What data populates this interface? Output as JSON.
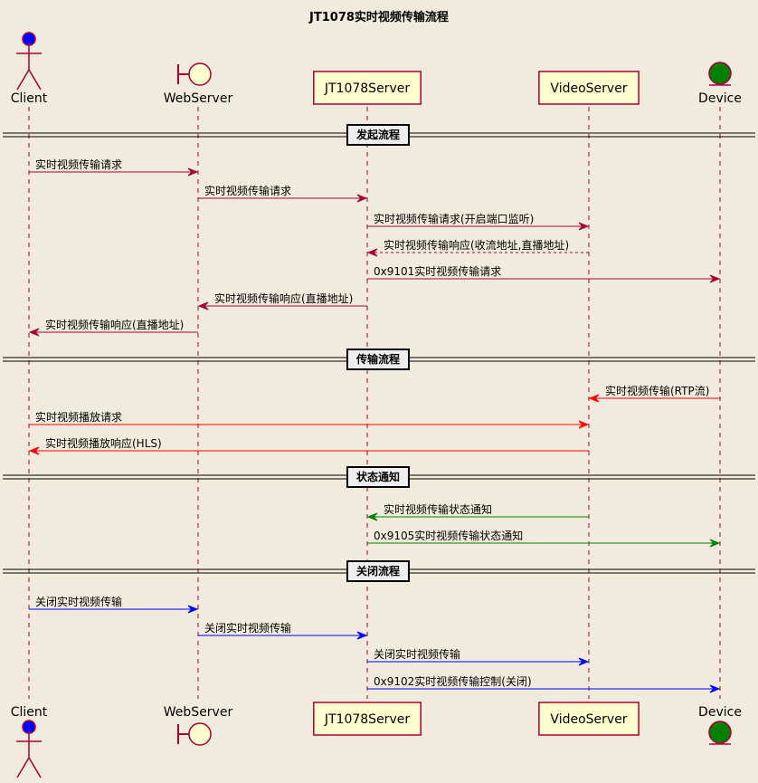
{
  "title": "JT1078实时视频传输流程",
  "participants": [
    {
      "id": "client",
      "label": "Client",
      "shape": "actor",
      "fill": "#0000ff"
    },
    {
      "id": "webserver",
      "label": "WebServer",
      "shape": "boundary",
      "fill": "#fefece"
    },
    {
      "id": "jt1078server",
      "label": "JT1078Server",
      "shape": "box",
      "fill": "#fefece"
    },
    {
      "id": "videoserver",
      "label": "VideoServer",
      "shape": "box",
      "fill": "#fefece"
    },
    {
      "id": "device",
      "label": "Device",
      "shape": "entity",
      "fill": "#008000"
    }
  ],
  "sections": [
    {
      "label": "发起流程",
      "messages": [
        {
          "from": "client",
          "to": "webserver",
          "label": "实时视频传输请求",
          "color": "#a80036",
          "dashed": false
        },
        {
          "from": "webserver",
          "to": "jt1078server",
          "label": "实时视频传输请求",
          "color": "#a80036",
          "dashed": false
        },
        {
          "from": "jt1078server",
          "to": "videoserver",
          "label": "实时视频传输请求(开启端口监听)",
          "color": "#a80036",
          "dashed": false
        },
        {
          "from": "videoserver",
          "to": "jt1078server",
          "label": "实时视频传输响应(收流地址,直播地址)",
          "color": "#a80036",
          "dashed": true
        },
        {
          "from": "jt1078server",
          "to": "device",
          "label": "0x9101实时视频传输请求",
          "color": "#a80036",
          "dashed": false
        },
        {
          "from": "jt1078server",
          "to": "webserver",
          "label": "实时视频传输响应(直播地址)",
          "color": "#a80036",
          "dashed": false
        },
        {
          "from": "webserver",
          "to": "client",
          "label": "实时视频传输响应(直播地址)",
          "color": "#a80036",
          "dashed": false
        }
      ]
    },
    {
      "label": "传输流程",
      "messages": [
        {
          "from": "device",
          "to": "videoserver",
          "label": "实时视频传输(RTP流)",
          "color": "#ff0000",
          "dashed": false
        },
        {
          "from": "client",
          "to": "videoserver",
          "label": "实时视频播放请求",
          "color": "#ff0000",
          "dashed": false
        },
        {
          "from": "videoserver",
          "to": "client",
          "label": "实时视频播放响应(HLS)",
          "color": "#ff0000",
          "dashed": false
        }
      ]
    },
    {
      "label": "状态通知",
      "messages": [
        {
          "from": "videoserver",
          "to": "jt1078server",
          "label": "实时视频传输状态通知",
          "color": "#008000",
          "dashed": false
        },
        {
          "from": "jt1078server",
          "to": "device",
          "label": "0x9105实时视频传输状态通知",
          "color": "#008000",
          "dashed": false
        }
      ]
    },
    {
      "label": "关闭流程",
      "messages": [
        {
          "from": "client",
          "to": "webserver",
          "label": "关闭实时视频传输",
          "color": "#0000ff",
          "dashed": false
        },
        {
          "from": "webserver",
          "to": "jt1078server",
          "label": "关闭实时视频传输",
          "color": "#0000ff",
          "dashed": false
        },
        {
          "from": "jt1078server",
          "to": "videoserver",
          "label": "关闭实时视频传输",
          "color": "#0000ff",
          "dashed": false
        },
        {
          "from": "jt1078server",
          "to": "device",
          "label": "0x9102实时视频传输控制(关闭)",
          "color": "#0000ff",
          "dashed": false
        }
      ]
    }
  ],
  "colors": {
    "background": "#f0ebdc",
    "lifeline": "#a80036",
    "participant_border": "#a80036",
    "divider_fill": "#eeeeee"
  }
}
